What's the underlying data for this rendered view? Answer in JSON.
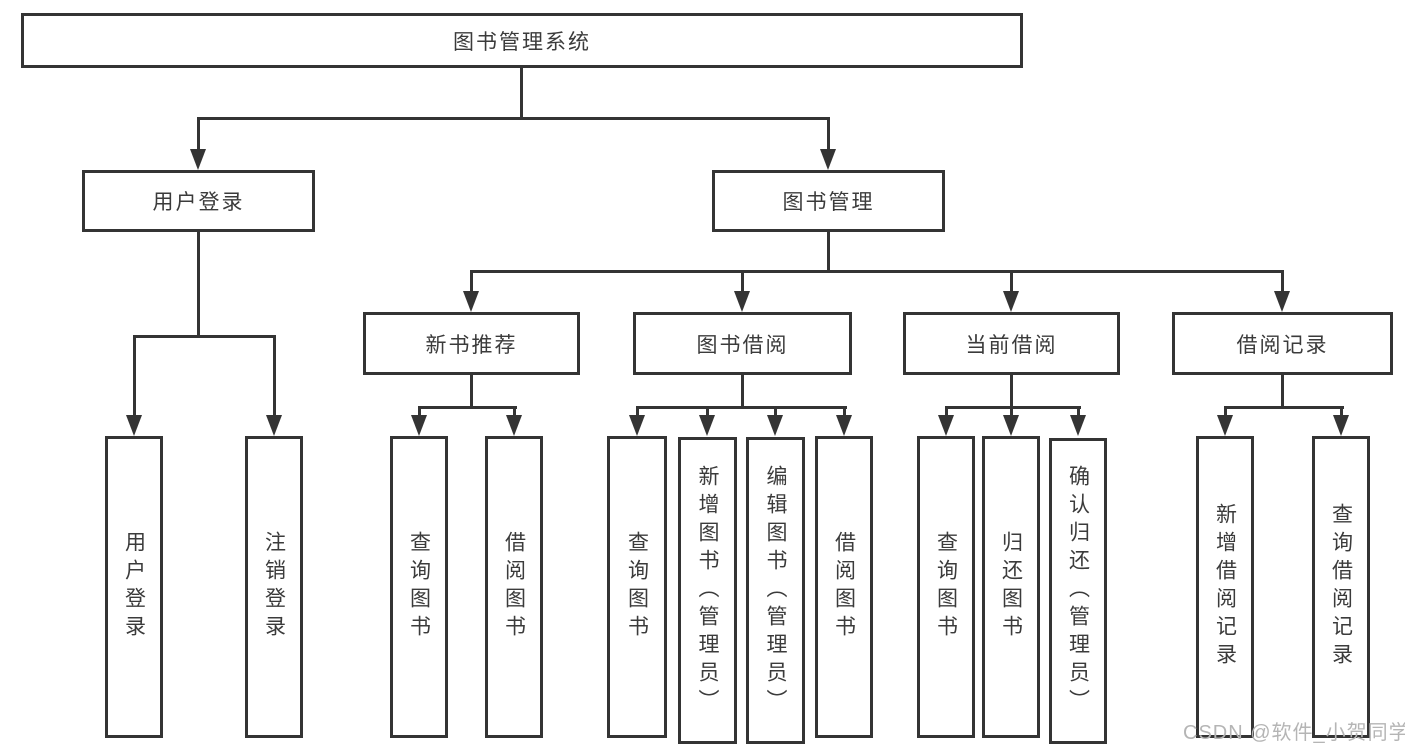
{
  "tree": {
    "root": {
      "label": "图书管理系统",
      "children": [
        {
          "label": "用户登录",
          "children": [
            {
              "label": "用户登录"
            },
            {
              "label": "注销登录"
            }
          ]
        },
        {
          "label": "图书管理",
          "children": [
            {
              "label": "新书推荐",
              "children": [
                {
                  "label": "查询图书"
                },
                {
                  "label": "借阅图书"
                }
              ]
            },
            {
              "label": "图书借阅",
              "children": [
                {
                  "label": "查询图书"
                },
                {
                  "label": "新增图书（管理员）"
                },
                {
                  "label": "编辑图书（管理员）"
                },
                {
                  "label": "借阅图书"
                }
              ]
            },
            {
              "label": "当前借阅",
              "children": [
                {
                  "label": "查询图书"
                },
                {
                  "label": "归还图书"
                },
                {
                  "label": "确认归还（管理员）"
                }
              ]
            },
            {
              "label": "借阅记录",
              "children": [
                {
                  "label": "新增借阅记录"
                },
                {
                  "label": "查询借阅记录"
                }
              ]
            }
          ]
        }
      ]
    }
  },
  "watermark": {
    "text": "CSDN @软件_小贺同学"
  },
  "colors": {
    "line": "#343434",
    "text": "#3b3b3b",
    "watermark": "#b5b5b5",
    "box_fill": "#ffffff"
  }
}
